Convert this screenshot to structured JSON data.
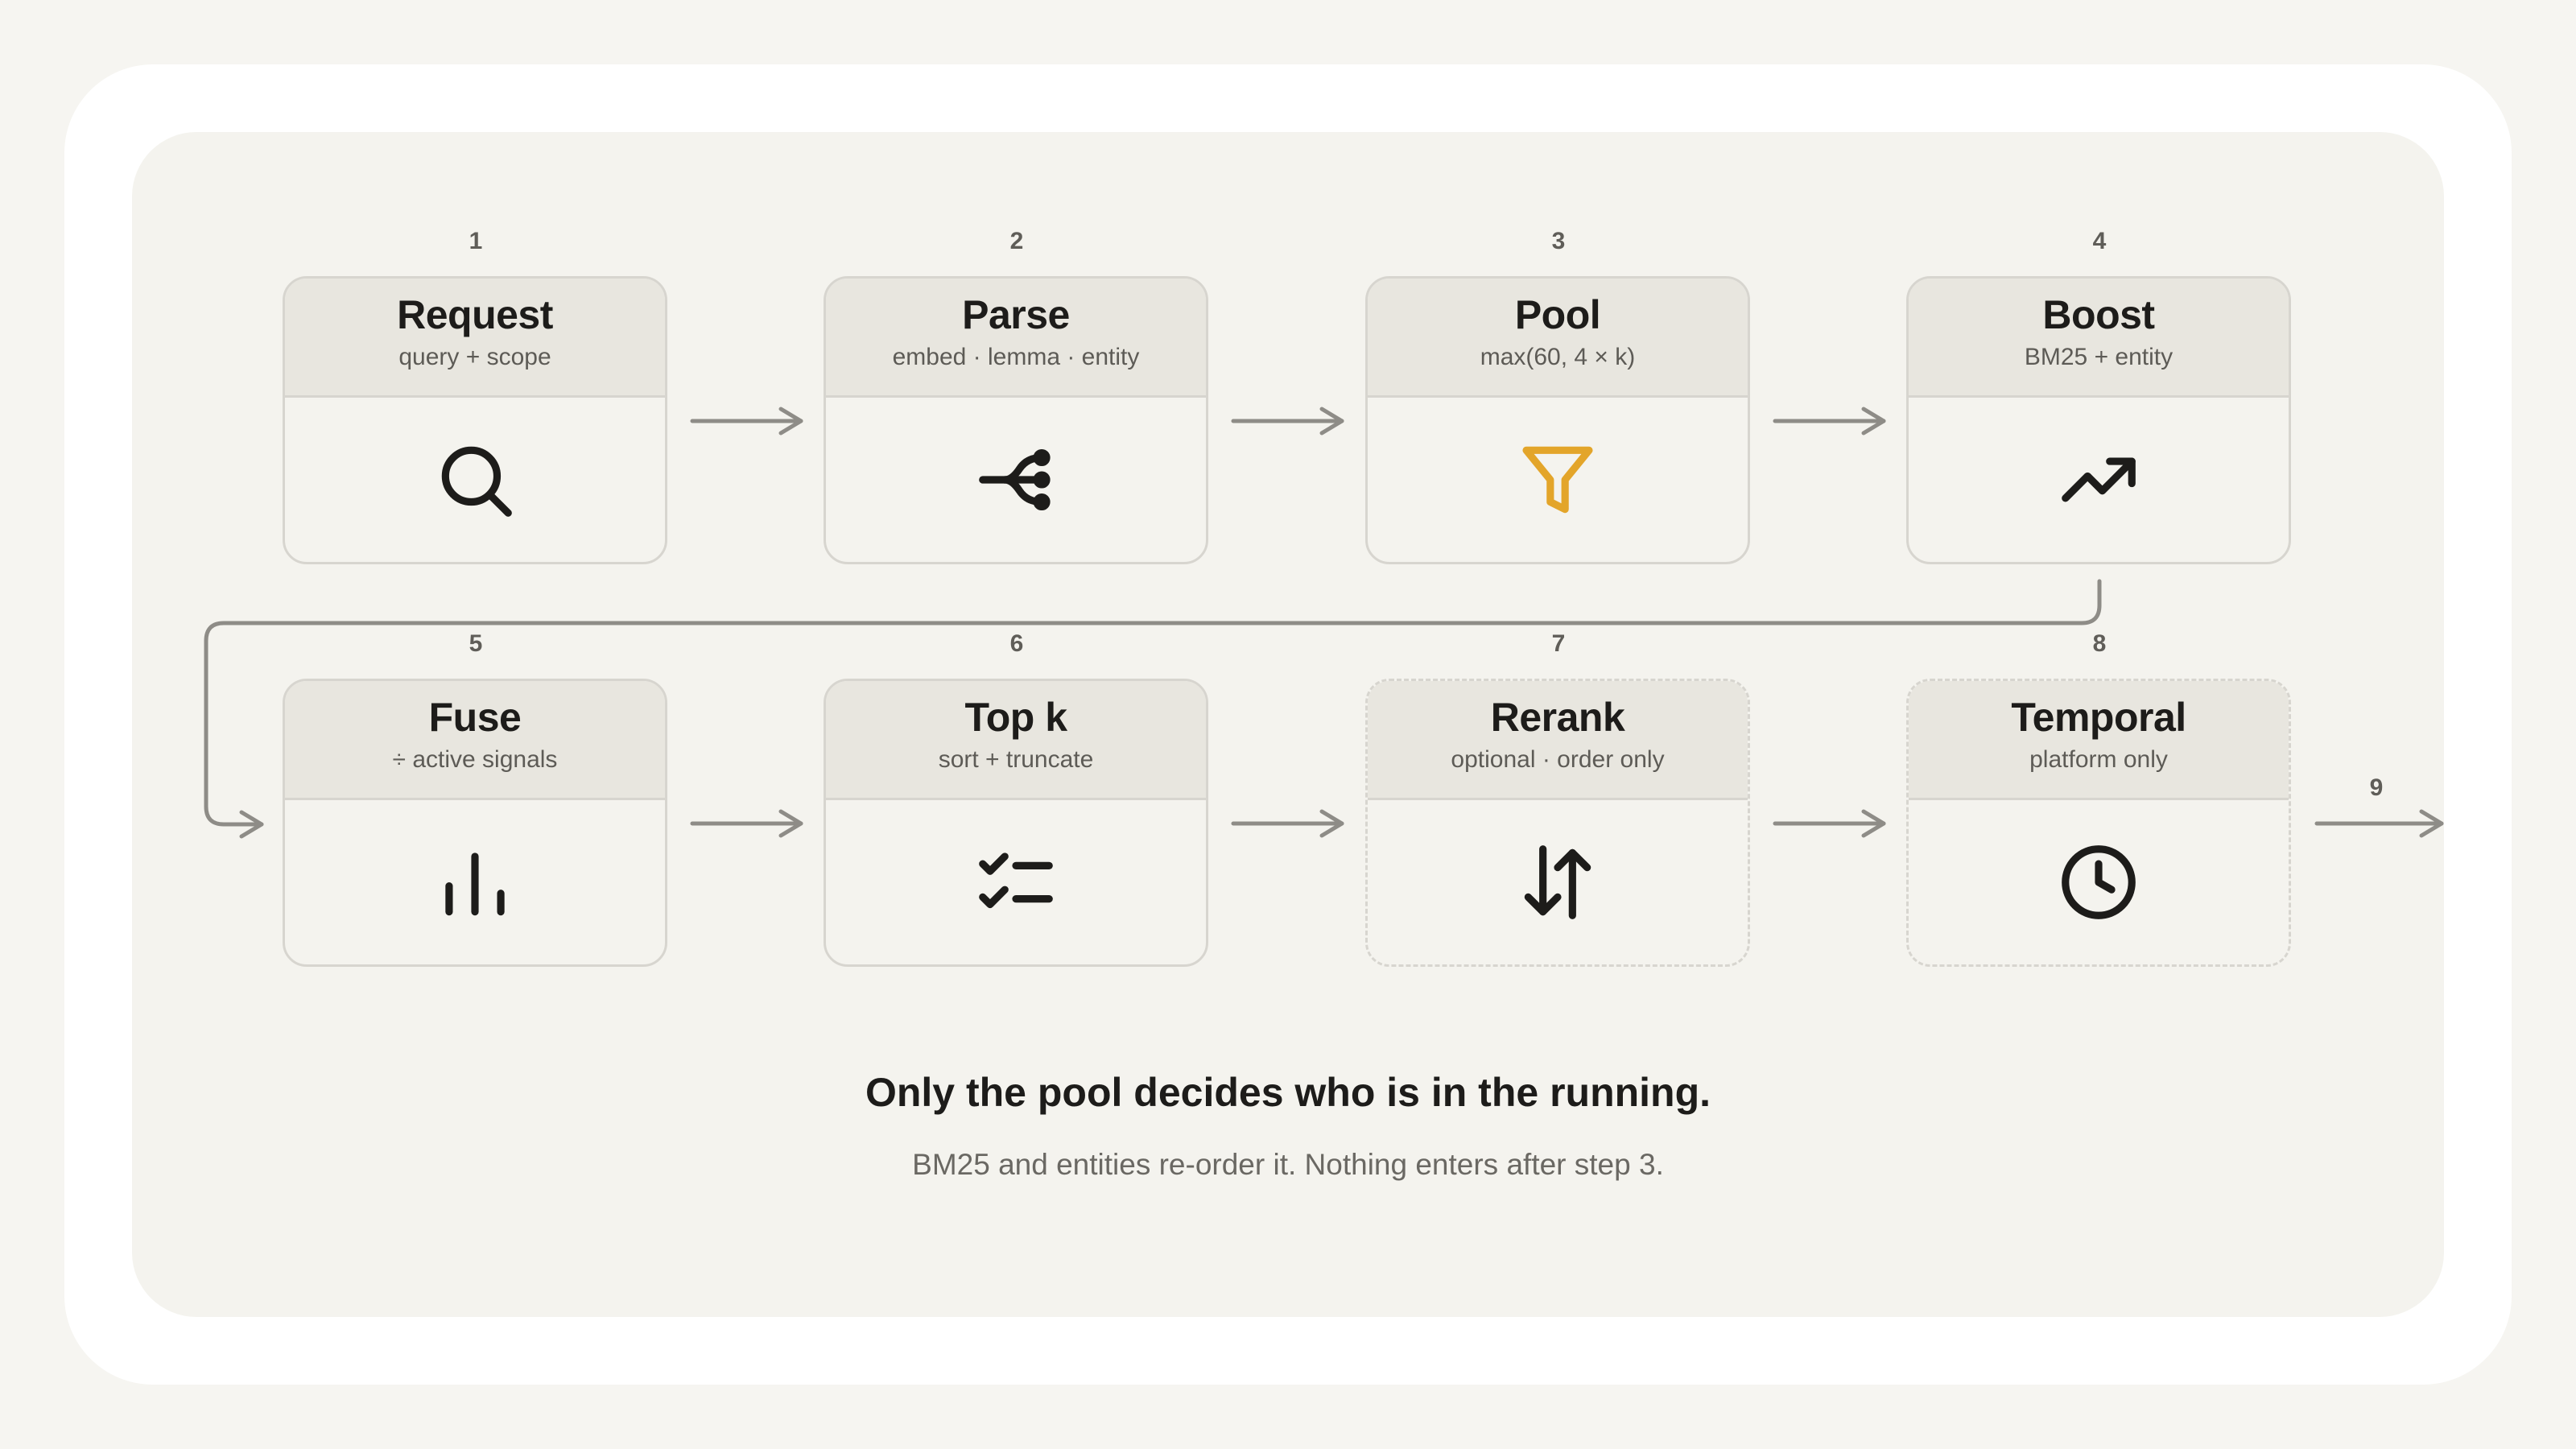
{
  "steps": [
    {
      "number": "1",
      "title": "Request",
      "subtitle": "query + scope",
      "icon": "search-icon",
      "style": "solid"
    },
    {
      "number": "2",
      "title": "Parse",
      "subtitle": "embed · lemma · entity",
      "icon": "fork-icon",
      "style": "solid"
    },
    {
      "number": "3",
      "title": "Pool",
      "subtitle": "max(60, 4 × k)",
      "icon": "filter-icon",
      "style": "solid"
    },
    {
      "number": "4",
      "title": "Boost",
      "subtitle": "BM25 + entity",
      "icon": "trending-up-icon",
      "style": "solid"
    },
    {
      "number": "5",
      "title": "Fuse",
      "subtitle": "÷ active signals",
      "icon": "bar-chart-icon",
      "style": "solid"
    },
    {
      "number": "6",
      "title": "Top k",
      "subtitle": "sort + truncate",
      "icon": "checklist-icon",
      "style": "solid"
    },
    {
      "number": "7",
      "title": "Rerank",
      "subtitle": "optional · order only",
      "icon": "sort-arrows-icon",
      "style": "dashed"
    },
    {
      "number": "8",
      "title": "Temporal",
      "subtitle": "platform only",
      "icon": "clock-icon",
      "style": "dashed"
    }
  ],
  "next_step_label": "9",
  "caption": {
    "title": "Only the pool decides who is in the running.",
    "subtitle": "BM25 and entities re-order it. Nothing enters after step 3."
  },
  "colors": {
    "accent": "#e3a52a",
    "icon": "#1d1c1a",
    "connector": "#8e8c87"
  }
}
